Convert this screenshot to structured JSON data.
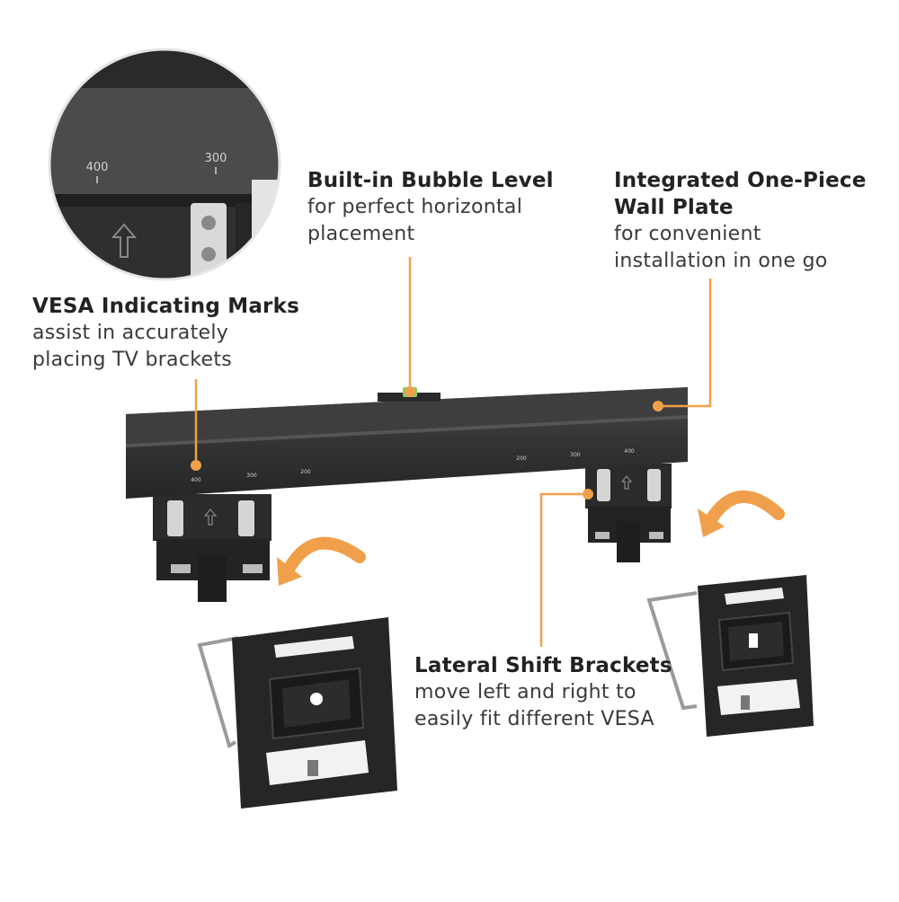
{
  "accent_color": "#f0a04b",
  "callouts": {
    "vesa": {
      "title": "VESA Indicating Marks",
      "line1": "assist in accurately",
      "line2": "placing TV brackets"
    },
    "bubble": {
      "title": "Built-in Bubble Level",
      "line1": "for perfect horizontal",
      "line2": "placement"
    },
    "plate": {
      "title1": "Integrated One-Piece",
      "title2": "Wall Plate",
      "line1": "for convenient",
      "line2": "installation in one go"
    },
    "shift": {
      "title": "Lateral Shift Brackets",
      "line1": "move left and right to",
      "line2": "easily fit different VESA"
    }
  },
  "zoom_marks": [
    "400",
    "300"
  ],
  "bar_marks_left": [
    "400",
    "300",
    "200"
  ],
  "bar_marks_right": [
    "200",
    "300",
    "400"
  ]
}
